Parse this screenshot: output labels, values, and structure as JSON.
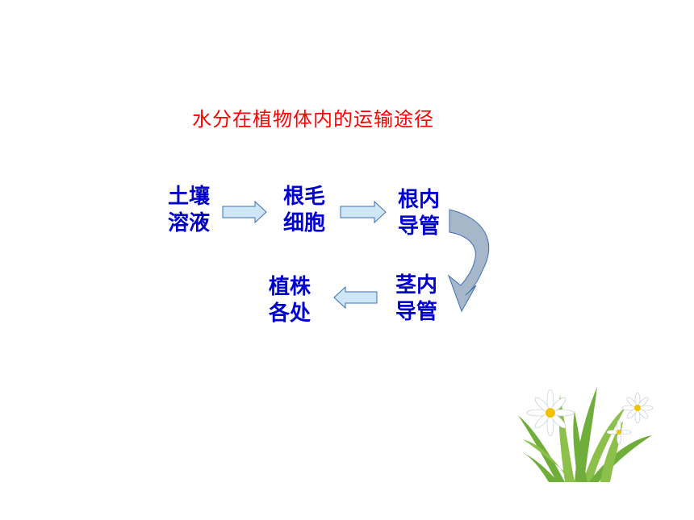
{
  "title": "水分在植物体内的运输途径",
  "nodes": [
    {
      "line1": "土壤",
      "line2": "溶液"
    },
    {
      "line1": "根毛",
      "line2": "细胞"
    },
    {
      "line1": "根内",
      "line2": "导管"
    },
    {
      "line1": "茎内",
      "line2": "导管"
    },
    {
      "line1": "植株",
      "line2": "各处"
    }
  ],
  "colors": {
    "title": "#ff0000",
    "node_text": "#0000cc",
    "arrow_fill": "#cfe6f7",
    "arrow_stroke": "#3b6fb6",
    "curved_arrow_fill": "#a5b7c9",
    "grass_green": "#6fae3a",
    "flower_petal": "#ffffff",
    "flower_center": "#f2c200"
  },
  "decoration": {
    "icon": "grass-flower-clipart-icon"
  }
}
